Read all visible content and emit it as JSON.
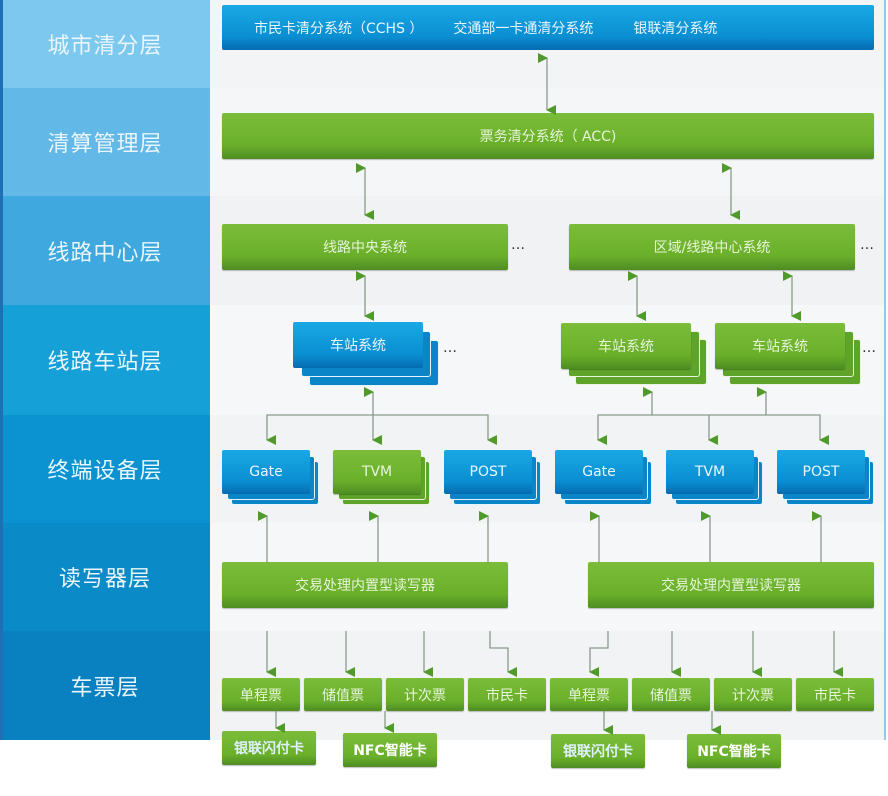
{
  "layers": [
    {
      "id": "city-clearing",
      "label": "城市清分层",
      "color": "#7dc8ee"
    },
    {
      "id": "clearing-management",
      "label": "清算管理层",
      "color": "#62b8e6"
    },
    {
      "id": "line-center",
      "label": "线路中心层",
      "color": "#3ea8df"
    },
    {
      "id": "line-station",
      "label": "线路车站层",
      "color": "#16a0d8"
    },
    {
      "id": "terminal-device",
      "label": "终端设备层",
      "color": "#0a93d0"
    },
    {
      "id": "reader-writer",
      "label": "读写器层",
      "color": "#0a8ac7"
    },
    {
      "id": "ticket",
      "label": "车票层",
      "color": "#0981c0"
    }
  ],
  "city_clearing": {
    "systems": [
      "市民卡清分系统（CCHS ）",
      "交通部一卡通清分系统",
      "银联清分系统"
    ]
  },
  "clearing_management": {
    "acc": "票务清分系统（ ACC)"
  },
  "line_center": {
    "left": "线路中央系统",
    "right": "区域/线路中心系统",
    "ellipsis": "…"
  },
  "line_station": {
    "station": "车站系统",
    "ellipsis": "…"
  },
  "terminal_devices": {
    "left": [
      "Gate",
      "TVM",
      "POST"
    ],
    "right": [
      "Gate",
      "TVM",
      "POST"
    ]
  },
  "reader": {
    "label": "交易处理内置型读写器"
  },
  "tickets": {
    "left": [
      "单程票",
      "储值票",
      "计次票",
      "市民卡"
    ],
    "right": [
      "单程票",
      "储值票",
      "计次票",
      "市民卡"
    ],
    "extra": [
      "银联闪付卡",
      "NFC智能卡"
    ]
  },
  "colors": {
    "green": "#6aaf2a",
    "blue": "#0a8fd2",
    "band_bg": "#f2f3f4",
    "arrow": "#5a9a2a"
  }
}
